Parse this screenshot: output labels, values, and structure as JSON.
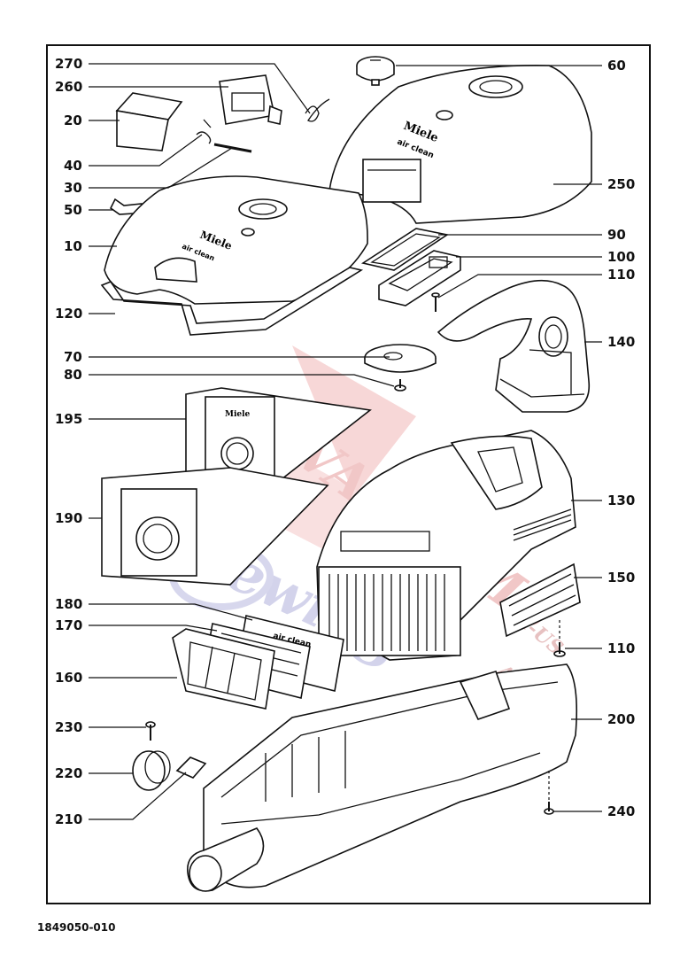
{
  "callouts": {
    "c270": "270",
    "c260": "260",
    "c20": "20",
    "c40": "40",
    "c30": "30",
    "c50": "50",
    "c10": "10",
    "c120": "120",
    "c70": "70",
    "c80": "80",
    "c195": "195",
    "c190": "190",
    "c180": "180",
    "c170": "170",
    "c160": "160",
    "c230": "230",
    "c220": "220",
    "c210": "210",
    "c60": "60",
    "c250": "250",
    "c90": "90",
    "c100": "100",
    "c110a": "110",
    "c140": "140",
    "c130": "130",
    "c150": "150",
    "c110b": "110",
    "c200": "200",
    "c240": "240"
  },
  "part_text": {
    "brand_top": "Miele",
    "sub_top": "air clean",
    "brand_lid": "Miele",
    "sub_lid": "air clean",
    "brand_bag": "Miele",
    "filter_text": "air clean"
  },
  "watermark": {
    "line1": "VACUUMS",
    "line2": "Sewing",
    "line3": "R-US",
    "line4": "AND",
    "colors": {
      "red": "#e8a0a0",
      "blue": "#a8a8d8"
    }
  },
  "document_number": "1849050-010"
}
